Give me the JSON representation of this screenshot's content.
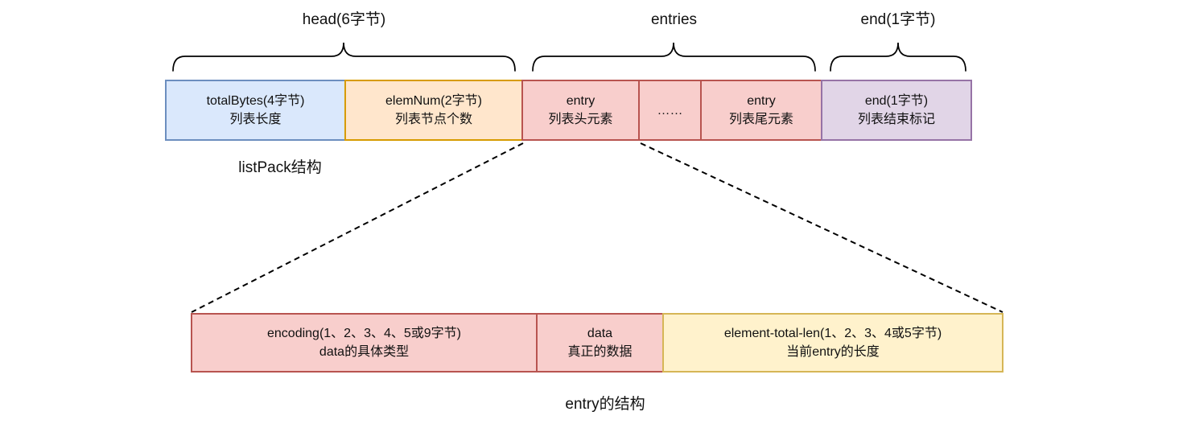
{
  "diagram": {
    "background": "#ffffff",
    "line_color": "#000000",
    "text_color": "#111111",
    "braces": [
      {
        "label": "head(6字节)"
      },
      {
        "label": "entries"
      },
      {
        "label": "end(1字节)"
      }
    ],
    "listpack": {
      "caption": "listPack结构",
      "boxes": [
        {
          "id": "totalBytes",
          "line1": "totalBytes(4字节)",
          "line2": "列表长度",
          "fill": "#dae8fc",
          "stroke": "#6c8ebf"
        },
        {
          "id": "elemNum",
          "line1": "elemNum(2字节)",
          "line2": "列表节点个数",
          "fill": "#ffe6cc",
          "stroke": "#d79b00"
        },
        {
          "id": "entryHead",
          "line1": "entry",
          "line2": "列表头元素",
          "fill": "#f8cecc",
          "stroke": "#b85450"
        },
        {
          "id": "ellipsis",
          "line1": "……",
          "line2": "",
          "fill": "#f8cecc",
          "stroke": "#b85450"
        },
        {
          "id": "entryTail",
          "line1": "entry",
          "line2": "列表尾元素",
          "fill": "#f8cecc",
          "stroke": "#b85450"
        },
        {
          "id": "end",
          "line1": "end(1字节)",
          "line2": "列表结束标记",
          "fill": "#e1d5e7",
          "stroke": "#9673a6"
        }
      ]
    },
    "entry_detail": {
      "caption": "entry的结构",
      "boxes": [
        {
          "id": "encoding",
          "line1": "encoding(1、2、3、4、5或9字节)",
          "line2": "data的具体类型",
          "fill": "#f8cecc",
          "stroke": "#b85450"
        },
        {
          "id": "data",
          "line1": "data",
          "line2": "真正的数据",
          "fill": "#f8cecc",
          "stroke": "#b85450"
        },
        {
          "id": "elementTotalLen",
          "line1": "element-total-len(1、2、3、4或5字节)",
          "line2": "当前entry的长度",
          "fill": "#fff2cc",
          "stroke": "#d6b656"
        }
      ]
    }
  }
}
